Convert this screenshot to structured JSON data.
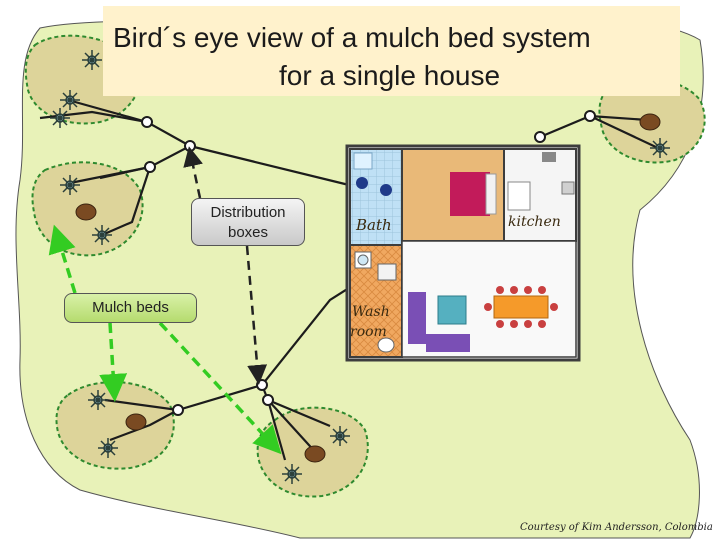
{
  "title": {
    "line1": "Bird´s eye view of a mulch bed system",
    "line2": "for a single house"
  },
  "callouts": {
    "distribution": "Distribution boxes",
    "mulch": "Mulch beds"
  },
  "rooms": {
    "bath": "Bath",
    "kitchen": "kitchen",
    "wash_line1": "Wash",
    "wash_line2": "room"
  },
  "credit": "Courtesy of Kim Andersson, Colombia",
  "colors": {
    "lawn": "#e8f2b8",
    "mulch_bed": "#ddd49a",
    "bed_border": "#2e8a2e",
    "pipe": "#1c1c1c",
    "arrow_green": "#33cc22",
    "wall": "#3d3d3d",
    "wood_floor": "#e9b978",
    "room_floor": "#f5f5f5",
    "title_bg": "#fff2cc"
  }
}
